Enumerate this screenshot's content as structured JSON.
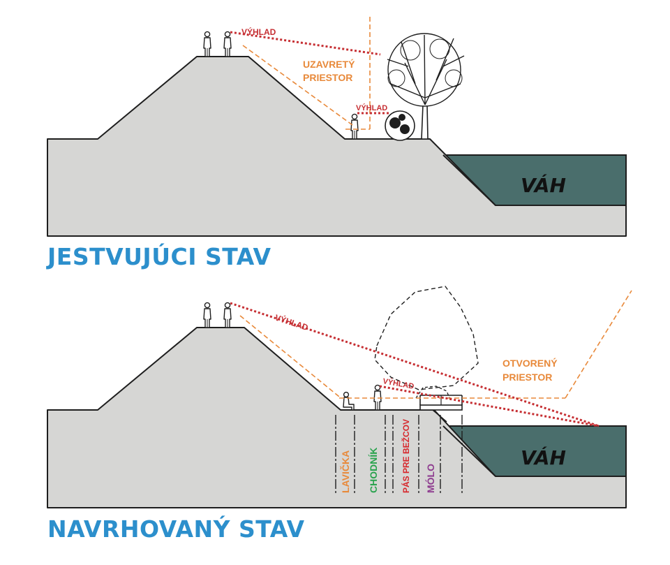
{
  "colors": {
    "ground": "#d6d6d4",
    "water": "#4a6e6c",
    "outline": "#1e1e1e",
    "view": "#c62f33",
    "space": "#e8893a",
    "title": "#2c8fcc",
    "bench": "#e8893a",
    "path": "#2aa34e",
    "runners": "#d7262b",
    "pier": "#8e3c8f"
  },
  "existing": {
    "title": "JESTVUJÚCI STAV",
    "view_label_top": "VÝHLAD",
    "view_label_low": "VÝHLAD",
    "space_label_line1": "UZAVRETÝ",
    "space_label_line2": "PRIESTOR",
    "river_label": "VÁH"
  },
  "proposed": {
    "title": "NAVRHOVANÝ STAV",
    "view_label_top": "VÝHLAD",
    "view_label_low": "VÝHLAD",
    "space_label_line1": "OTVORENÝ",
    "space_label_line2": "PRIESTOR",
    "river_label": "VÁH",
    "zones": {
      "bench": "LAVIČKA",
      "path": "CHODNÍK",
      "runners": "PÁS PRE BEŽCOV",
      "pier": "MÓLO"
    }
  }
}
